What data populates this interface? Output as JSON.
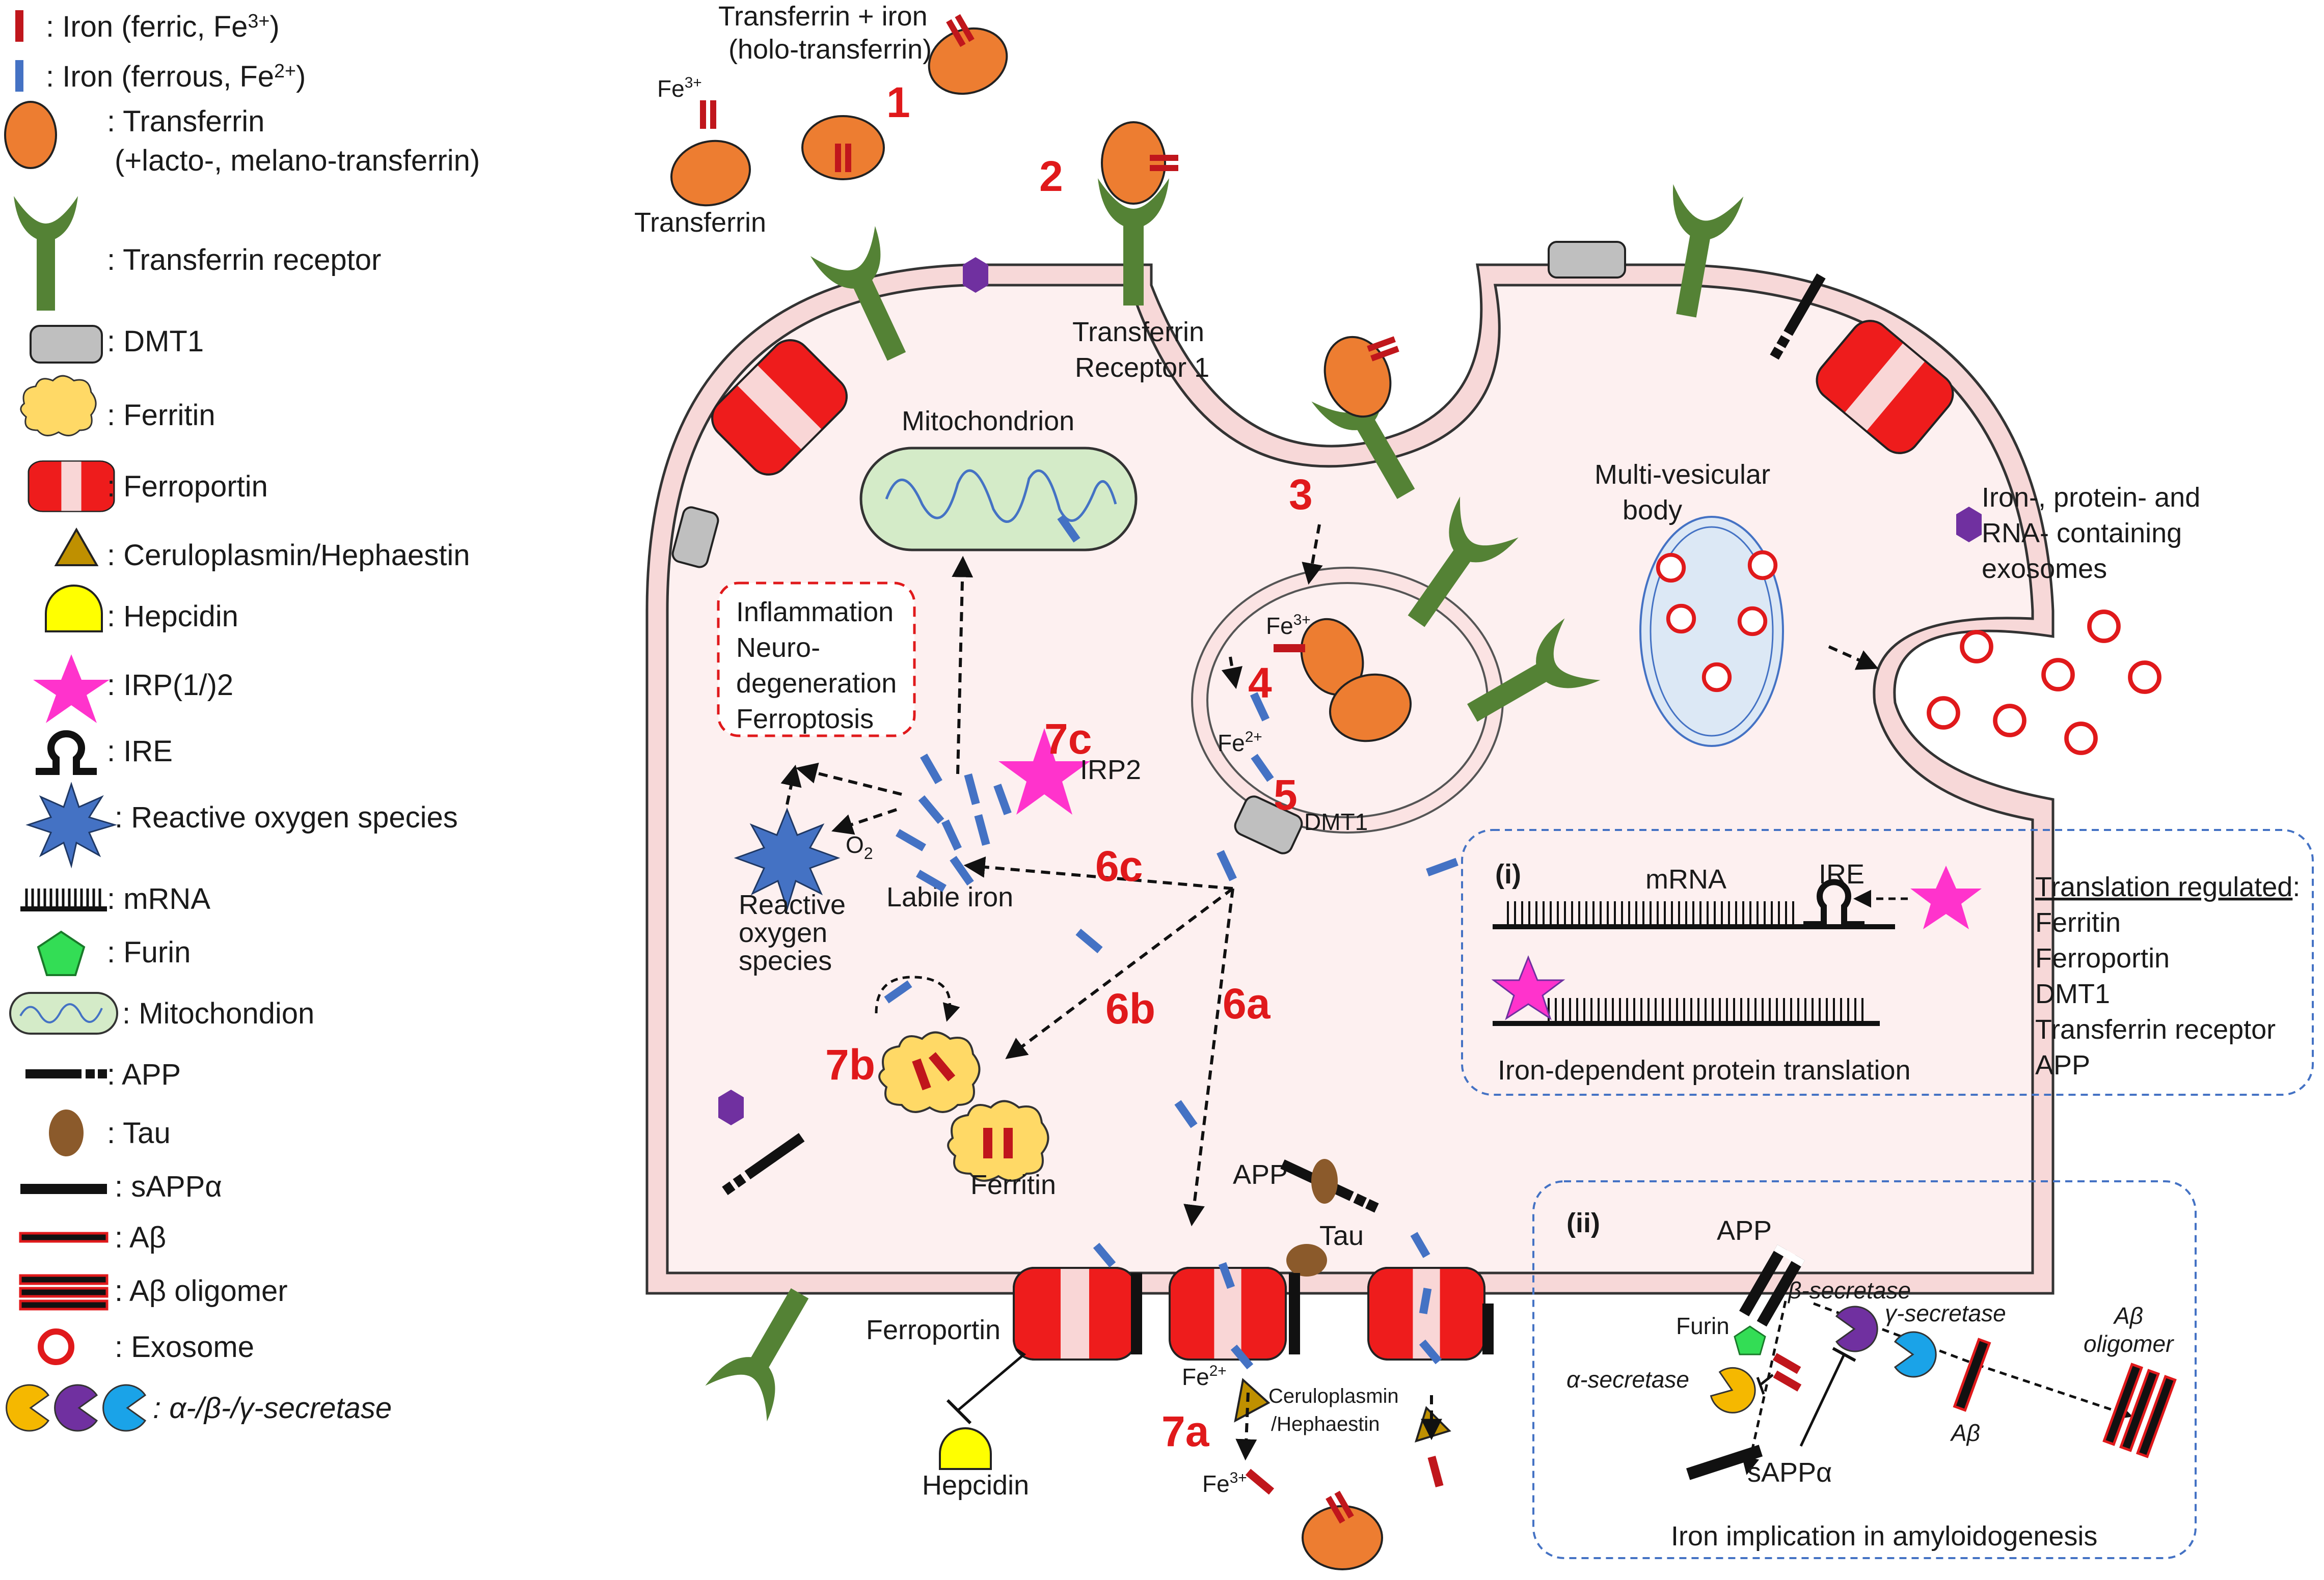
{
  "legend": {
    "iron_ferric": ": Iron (ferric, Fe3+)",
    "iron_ferrous": ": Iron (ferrous, Fe2+)",
    "transferrin_1": ": Transferrin",
    "transferrin_2": "(+lacto-, melano-transferrin)",
    "transferrin_receptor": ": Transferrin receptor",
    "dmt1": ": DMT1",
    "ferritin": ": Ferritin",
    "ferroportin": ": Ferroportin",
    "ceruloplasmin": ": Ceruloplasmin/Hephaestin",
    "hepcidin": ": Hepcidin",
    "irp": ": IRP(1/)2",
    "ire": ": IRE",
    "ros": ": Reactive oxygen species",
    "mrna": ": mRNA",
    "furin": ": Furin",
    "mitochondrion": ": Mitochondion",
    "app": ": APP",
    "tau": ": Tau",
    "sapp": ": sAPPα",
    "abeta": ": Aβ",
    "abeta_oligomer": ": Aβ oligomer",
    "exosome": ": Exosome",
    "secretase": ": α-/β-/γ-secretase"
  },
  "labels": {
    "transferrin_iron_1": "Transferrin + iron",
    "transferrin_iron_2": "(holo-transferrin)",
    "fe3_top": "Fe3+",
    "transferrin": "Transferrin",
    "tfr1_1": "Transferrin",
    "tfr1_2": "Receptor 1",
    "mitochondrion": "Mitochondrion",
    "inflammation_1": "Inflammation",
    "inflammation_2": "Neuro-",
    "inflammation_3": "degeneration",
    "inflammation_4": "Ferroptosis",
    "ros_1": "Reactive",
    "ros_2": "oxygen",
    "ros_3": "species",
    "o2": "O2",
    "labile_iron": "Labile iron",
    "irp2": "IRP2",
    "fe3_endo": "Fe3+",
    "fe2_endo": "Fe2+",
    "dmt1": "DMT1",
    "mvb_1": "Multi-vesicular",
    "mvb_2": "body",
    "exo_1": "Iron-, protein- and",
    "exo_2": "RNA- containing",
    "exo_3": "exosomes",
    "ferritin": "Ferritin",
    "app": "APP",
    "tau": "Tau",
    "ferroportin": "Ferroportin",
    "hepcidin": "Hepcidin",
    "fe2_bottom": "Fe2+",
    "fe3_bottom": "Fe3+",
    "cp_1": "Ceruloplasmin",
    "cp_2": "/Hephaestin"
  },
  "steps": {
    "s1": "1",
    "s2": "2",
    "s3": "3",
    "s4": "4",
    "s5": "5",
    "s6a": "6a",
    "s6b": "6b",
    "s6c": "6c",
    "s7a": "7a",
    "s7b": "7b",
    "s7c": "7c"
  },
  "box_i": {
    "tag": "(i)",
    "mrna": "mRNA",
    "ire": "IRE",
    "caption": "Iron-dependent protein translation",
    "regulated_title": "Translation regulated",
    "regulated_colon": ":",
    "regulated_items": [
      "Ferritin",
      "Ferroportin",
      "DMT1",
      "Transferrin receptor",
      "APP"
    ]
  },
  "box_ii": {
    "tag": "(ii)",
    "app": "APP",
    "beta": "β-secretase",
    "gamma": "γ-secretase",
    "furin": "Furin",
    "alpha": "α-secretase",
    "abeta_oligo_1": "Aβ",
    "abeta_oligo_2": "oligomer",
    "abeta": "Aβ",
    "sapp": "sAPPα",
    "caption": "Iron implication in amyloidogenesis"
  },
  "colors": {
    "ferric": "#c0161c",
    "ferrous": "#4472c4",
    "transferrin": "#ed7d31",
    "receptor": "#548235",
    "ferroportin": "#ee1c1c",
    "membrane": "#f9dcdc",
    "cytoplasm": "#fdf0f0",
    "step": "#e0191b"
  }
}
